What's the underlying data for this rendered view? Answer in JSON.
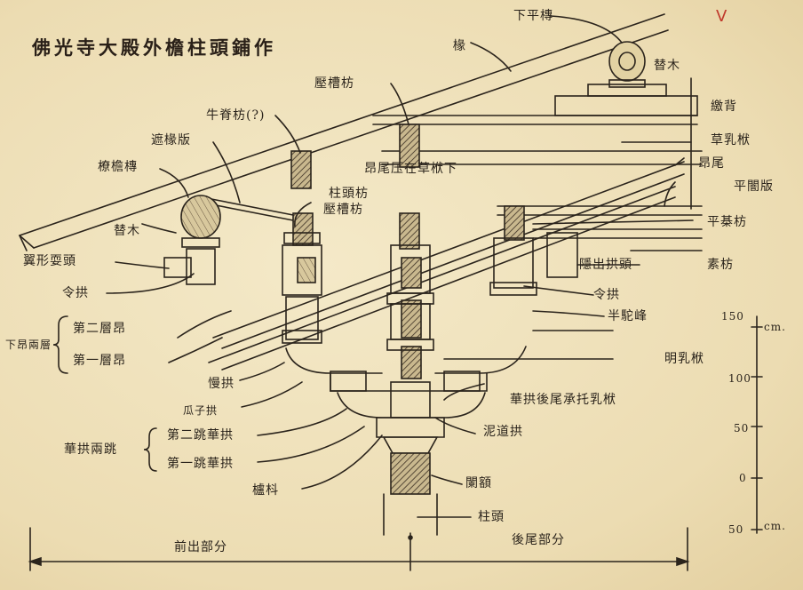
{
  "title": "佛光寺大殿外檐柱頭鋪作",
  "check_mark": "V",
  "colors": {
    "paper": "#efe3bf",
    "ink": "#2b241c",
    "hatch": "#3a2e22",
    "check": "#c0392b"
  },
  "labels": {
    "xia_ping_tuan": "下平槫",
    "chuan": "椽",
    "ti_mu_top": "替木",
    "ya_cao_fang": "壓槽枋",
    "jiao_bei": "繳背",
    "niu_ji_fang": "牛脊枋(?)",
    "cao_ru_fu": "草乳栿",
    "zhe_chuan_ban": "遮椽版",
    "ang_wei_ya": "昂尾压在草栿下",
    "ang_wei": "昂尾",
    "liao_yan_tuan": "橑檐槫",
    "ping_ang_ban": "平闇版",
    "zhu_tou_fang": "柱頭枋",
    "ya_cao_fang2": "壓槽枋",
    "ping_ji_fang": "平棊枋",
    "ti_mu_left": "替木",
    "yi_xing_shua_tou": "翼形耍頭",
    "yin_chu_gong_tou": "隱出拱頭",
    "su_fang": "素枋",
    "ling_gong_left": "令拱",
    "ling_gong_right": "令拱",
    "ban_tuo_feng": "半駝峰",
    "xia_ang_liang_ceng": "下昂兩層",
    "di_er_ceng_ang": "第二層昂",
    "di_yi_ceng_ang": "第一層昂",
    "ming_ru_fu": "明乳栿",
    "man_gong": "慢拱",
    "gua_zi_gong": "瓜子拱",
    "hua_gong_wei": "華拱後尾承托乳栿",
    "hua_gong_liang_tiao": "華拱兩跳",
    "di_er_tiao": "第二跳華拱",
    "di_yi_tiao": "第一跳華拱",
    "ni_dao_gong": "泥道拱",
    "lu_dou": "櫨枓",
    "lan_e": "闌額",
    "zhu_tou": "柱頭",
    "qian_chu": "前出部分",
    "hou_wei": "後尾部分"
  },
  "scale": {
    "unit": "cm.",
    "ticks": [
      "150",
      "100",
      "50",
      "0",
      "50"
    ],
    "top_label": "150",
    "bottom_label": "50",
    "unit_bottom": "cm."
  }
}
